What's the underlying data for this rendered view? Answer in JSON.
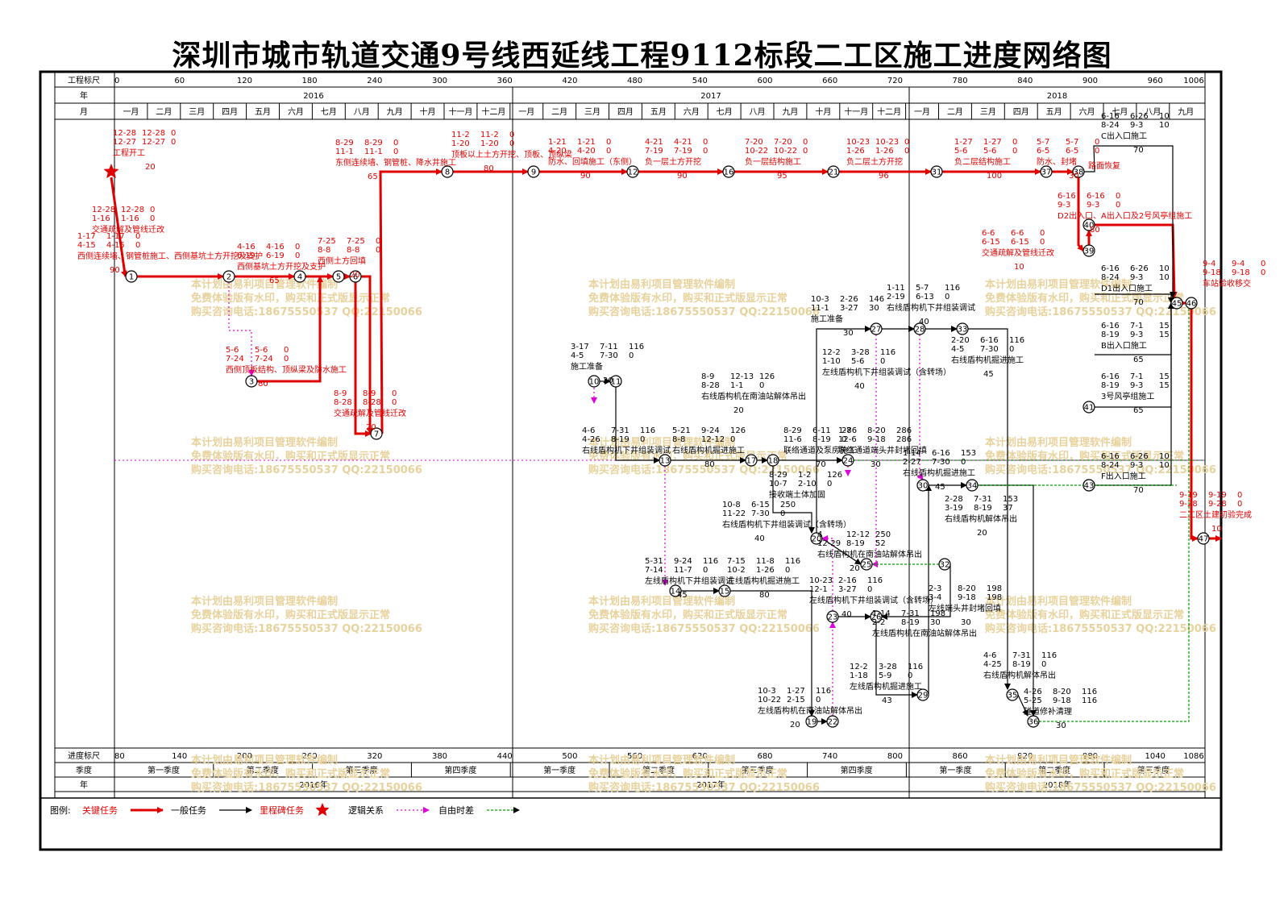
{
  "title": "深圳市城市轨道交通9号线西延线工程9112标段二工区施工进度网络图",
  "colors": {
    "critical": "#e00000",
    "normal": "#000000",
    "logic": "#e000e0",
    "float": "#00a000",
    "watermark": "#e8d29c"
  },
  "header": {
    "row_labels": [
      "工程标尺",
      "年",
      "月"
    ],
    "scale_top": [
      "0",
      "60",
      "120",
      "180",
      "240",
      "300",
      "360",
      "420",
      "480",
      "540",
      "600",
      "660",
      "720",
      "780",
      "840",
      "900",
      "960",
      "1006"
    ],
    "years": [
      "2016",
      "2017",
      "2018"
    ],
    "months": [
      "一月",
      "二月",
      "三月",
      "四月",
      "五月",
      "六月",
      "七月",
      "八月",
      "九月",
      "十月",
      "十一月",
      "十二月",
      "一月",
      "二月",
      "三月",
      "四月",
      "五月",
      "六月",
      "七月",
      "八月",
      "九月",
      "十月",
      "十一月",
      "十二月",
      "一月",
      "二月",
      "三月",
      "四月",
      "五月",
      "六月",
      "七月",
      "八月",
      "九月"
    ]
  },
  "footer": {
    "row_labels": [
      "进度标尺",
      "季度",
      "年"
    ],
    "scale_bottom": [
      "80",
      "140",
      "200",
      "260",
      "320",
      "380",
      "440",
      "500",
      "560",
      "620",
      "680",
      "740",
      "800",
      "860",
      "920",
      "980",
      "1040",
      "1086"
    ],
    "quarters": [
      "第一季度",
      "第二季度",
      "第三季度",
      "第四季度",
      "第一季度",
      "第二季度",
      "第三季度",
      "第四季度",
      "第一季度",
      "第二季度",
      "第三季度"
    ],
    "years": [
      "2016年",
      "2017年",
      "2018年"
    ]
  },
  "watermark": [
    "本计划由易利项目管理软件编制",
    "免费体验版有水印，购买和正式版显示正常",
    "购买咨询电话:18675550537 QQ:22150066"
  ],
  "legend": {
    "prefix": "图例:",
    "items": [
      "关键任务",
      "一般任务",
      "里程碑任务",
      "逻辑关系",
      "自由时差"
    ]
  },
  "tasks": [
    {
      "id": "t-start",
      "label": "工程开工",
      "dates": [
        "12-28",
        "12-28",
        "0",
        "12-27",
        "12-27",
        "0"
      ],
      "duration": "20",
      "critical": true
    },
    {
      "id": "t-1",
      "label": "交通疏解及管线迁改",
      "dates": [
        "12-28",
        "12-28",
        "0",
        "1-16",
        "1-16",
        "0"
      ],
      "critical": true
    },
    {
      "id": "t-2",
      "label": "西侧连续墙、钢管桩施工、西侧基坑土方开挖及支护",
      "dates": [
        "1-17",
        "1-17",
        "0",
        "4-15",
        "4-15",
        "0"
      ],
      "duration": "90",
      "critical": true
    },
    {
      "id": "t-3",
      "label": "西侧顶板结构、顶纵梁及防水施工",
      "dates": [
        "5-6",
        "5-6",
        "0",
        "7-24",
        "7-24",
        "0"
      ],
      "duration": "80",
      "critical": true
    },
    {
      "id": "t-4",
      "label": "西侧基坑土方开挖及支护",
      "dates": [
        "4-16",
        "4-16",
        "0",
        "6-19",
        "6-19",
        "0"
      ],
      "duration": "65",
      "critical": true
    },
    {
      "id": "t-5",
      "label": "西侧土方回填",
      "dates": [
        "7-25",
        "7-25",
        "0",
        "8-8",
        "8-8",
        "0"
      ],
      "duration": "20",
      "critical": true
    },
    {
      "id": "t-6",
      "label": "交通疏解及管线迁改",
      "dates": [
        "8-9",
        "8-9",
        "0",
        "8-28",
        "8-28",
        "0"
      ],
      "duration": "20",
      "critical": true
    },
    {
      "id": "t-7",
      "label": "东侧连续墙、钢管桩、降水井施工",
      "dates": [
        "8-29",
        "8-29",
        "0",
        "11-1",
        "11-1",
        "0"
      ],
      "duration": "65",
      "critical": true
    },
    {
      "id": "t-8",
      "label": "顶板以上土方开挖、顶板、顶纵梁",
      "dates": [
        "11-2",
        "11-2",
        "0",
        "1-20",
        "1-20",
        "0"
      ],
      "duration": "80",
      "critical": true
    },
    {
      "id": "t-9",
      "label": "防水、回填施工（东侧）",
      "dates": [
        "1-21",
        "1-21",
        "0",
        "4-20",
        "4-20",
        "0"
      ],
      "duration": "90",
      "critical": true
    },
    {
      "id": "t-12",
      "label": "负一层土方开挖",
      "dates": [
        "4-21",
        "4-21",
        "0",
        "7-19",
        "7-19",
        "0"
      ],
      "duration": "90",
      "critical": true
    },
    {
      "id": "t-16",
      "label": "负一层结构施工",
      "dates": [
        "7-20",
        "7-20",
        "0",
        "10-22",
        "10-22",
        "0"
      ],
      "duration": "95",
      "critical": true
    },
    {
      "id": "t-21",
      "label": "负二层土方开挖",
      "dates": [
        "10-23",
        "10-23",
        "0",
        "1-26",
        "1-26",
        "0"
      ],
      "duration": "96",
      "critical": true
    },
    {
      "id": "t-31",
      "label": "负二层结构施工",
      "dates": [
        "1-27",
        "1-27",
        "0",
        "5-6",
        "5-6",
        "0"
      ],
      "duration": "100",
      "critical": true
    },
    {
      "id": "t-37",
      "label": "防水、封堵",
      "dates": [
        "5-7",
        "5-7",
        "0",
        "6-5",
        "6-5",
        "0"
      ],
      "duration": "30",
      "critical": true
    },
    {
      "id": "t-38",
      "label": "路面恢复",
      "dates": [],
      "critical": true
    },
    {
      "id": "t-39",
      "label": "交通疏解及管线迁改",
      "dates": [
        "6-6",
        "6-6",
        "0",
        "6-15",
        "6-15",
        "0"
      ],
      "duration": "10",
      "critical": true
    },
    {
      "id": "t-40",
      "label": "D2出入口、A出入口及2号风亭组施工",
      "dates": [
        "6-16",
        "6-16",
        "0",
        "9-3",
        "9-3",
        "0"
      ],
      "duration": "80",
      "critical": true
    },
    {
      "id": "t-c",
      "label": "C出入口施工",
      "dates": [
        "6-16",
        "6-26",
        "10",
        "8-24",
        "9-3",
        "10"
      ],
      "duration": "70",
      "critical": false
    },
    {
      "id": "t-d1",
      "label": "D1出入口施工",
      "dates": [
        "6-16",
        "6-26",
        "10",
        "8-24",
        "9-3",
        "10"
      ],
      "duration": "70",
      "critical": false
    },
    {
      "id": "t-b",
      "label": "B出入口施工",
      "dates": [
        "6-16",
        "7-1",
        "15",
        "8-19",
        "9-3",
        "15"
      ],
      "duration": "65",
      "critical": false
    },
    {
      "id": "t-3f",
      "label": "3号风亭组施工",
      "dates": [
        "6-16",
        "7-1",
        "15",
        "8-19",
        "9-3",
        "15"
      ],
      "duration": "65",
      "critical": false
    },
    {
      "id": "t-f",
      "label": "F出入口施工",
      "dates": [
        "6-16",
        "6-26",
        "10",
        "8-24",
        "9-3",
        "10"
      ],
      "duration": "70",
      "critical": false
    },
    {
      "id": "t-46",
      "label": "车站验收移交",
      "dates": [
        "9-4",
        "9-4",
        "0",
        "9-18",
        "9-18",
        "0"
      ],
      "critical": true
    },
    {
      "id": "t-47",
      "label": "二工区土建初验完成",
      "dates": [
        "9-19",
        "9-19",
        "0",
        "9-28",
        "9-28",
        "0"
      ],
      "duration": "10",
      "critical": true
    },
    {
      "id": "t-10",
      "label": "施工准备",
      "dates": [
        "3-17",
        "7-11",
        "116",
        "4-5",
        "7-30",
        "0"
      ],
      "duration": "20",
      "critical": false
    },
    {
      "id": "t-11",
      "label": "右线盾构机下井组装调试",
      "dates": [
        "4-6",
        "7-31",
        "116",
        "4-26",
        "8-19",
        "0"
      ],
      "critical": false
    },
    {
      "id": "t-13",
      "label": "右线盾构机掘进施工",
      "dates": [
        "5-21",
        "9-24",
        "126",
        "8-8",
        "12-12",
        "0"
      ],
      "duration": "80",
      "critical": false
    },
    {
      "id": "t-17",
      "label": "右线盾构机在南油站解体吊出",
      "dates": [
        "8-9",
        "12-13",
        "126",
        "8-28",
        "1-1",
        "0"
      ],
      "duration": "20",
      "critical": false
    },
    {
      "id": "t-18",
      "label": "接收端土体加固",
      "dates": [
        "8-29",
        "1-2",
        "126",
        "10-7",
        "2-10",
        "0"
      ],
      "critical": false
    },
    {
      "id": "t-19",
      "label": "右线盾构机下井组装调试（含转场）",
      "dates": [
        "10-8",
        "6-15",
        "250",
        "11-22",
        "7-30",
        "0"
      ],
      "duration": "40",
      "critical": false
    },
    {
      "id": "t-24",
      "label": "联络通道及泵房施工",
      "dates": [
        "8-29",
        "6-11",
        "286",
        "11-6",
        "8-19",
        "0"
      ],
      "duration": "70",
      "critical": false
    },
    {
      "id": "t-24b",
      "label": "联络通道端头井封堵回填",
      "dates": [
        "1-7",
        "8-20",
        "286",
        "12-6",
        "9-18",
        "286"
      ],
      "duration": "30",
      "critical": false
    },
    {
      "id": "t-27",
      "label": "施工准备",
      "dates": [
        "10-3",
        "2-26",
        "146",
        "11-1",
        "3-27",
        "30"
      ],
      "duration": "30",
      "critical": false
    },
    {
      "id": "t-28",
      "label": "右线盾构机下井组装调试",
      "dates": [
        "1-11",
        "5-7",
        "116",
        "2-19",
        "6-13",
        "0"
      ],
      "duration": "40",
      "critical": false
    },
    {
      "id": "t-33",
      "label": "右线盾构机掘进施工",
      "dates": [
        "2-20",
        "6-16",
        "116",
        "4-5",
        "7-30",
        "0"
      ],
      "duration": "45",
      "critical": false
    },
    {
      "id": "t-26",
      "label": "左线盾构机下井组装调试（含转场）",
      "dates": [
        "12-2",
        "3-28",
        "116",
        "1-10",
        "5-6",
        "0"
      ],
      "duration": "40",
      "critical": false
    },
    {
      "id": "t-30",
      "label": "右线盾构机掘进施工",
      "dates": [
        "1-14",
        "6-16",
        "153",
        "2-27",
        "7-30",
        "0"
      ],
      "duration": "45",
      "critical": false
    },
    {
      "id": "t-34",
      "label": "右线盾构机解体吊出",
      "dates": [
        "2-28",
        "7-31",
        "153",
        "3-19",
        "8-19",
        "37"
      ],
      "duration": "20",
      "critical": false
    },
    {
      "id": "t-14",
      "label": "左线盾构机下井组装调试",
      "dates": [
        "5-31",
        "9-24",
        "116",
        "7-14",
        "11-7",
        "0"
      ],
      "duration": "45",
      "critical": false
    },
    {
      "id": "t-15",
      "label": "左线盾构机掘进施工",
      "dates": [
        "7-15",
        "11-8",
        "116",
        "10-2",
        "1-26",
        "0"
      ],
      "duration": "80",
      "critical": false
    },
    {
      "id": "t-25",
      "label": "右线盾构机在南油站解体吊出",
      "dates": [
        "4",
        "12-12",
        "250",
        "12-29",
        "8-19",
        "52"
      ],
      "duration": "20",
      "critical": false
    },
    {
      "id": "t-23",
      "label": "左线盾构机下井组装调试（含转场）",
      "dates": [
        "10-23",
        "2-16",
        "116",
        "12-1",
        "3-27",
        "0"
      ],
      "duration": "40",
      "critical": false
    },
    {
      "id": "t-32",
      "label": "左线端头井封堵回填",
      "dates": [
        "2-3",
        "8-20",
        "198",
        "3-4",
        "9-18",
        "198"
      ],
      "duration": "30",
      "critical": false
    },
    {
      "id": "t-32b",
      "label": "左线盾构机在南油站解体吊出",
      "dates": [
        "1-14",
        "7-31",
        "198",
        "2-2",
        "8-19",
        "30"
      ],
      "critical": false
    },
    {
      "id": "t-29",
      "label": "左线盾构机掘进施工",
      "dates": [
        "12-2",
        "3-28",
        "116",
        "1-18",
        "5-9",
        "0"
      ],
      "duration": "43",
      "critical": false
    },
    {
      "id": "t-22",
      "label": "左线盾构机在南油站解体吊出",
      "dates": [
        "10-3",
        "1-27",
        "116",
        "10-22",
        "2-15",
        "0"
      ],
      "duration": "20",
      "critical": false
    },
    {
      "id": "t-35",
      "label": "右线盾构机解体吊出",
      "dates": [
        "4-6",
        "7-31",
        "116",
        "4-25",
        "8-19",
        "0"
      ],
      "critical": false
    },
    {
      "id": "t-36",
      "label": "隧道修补清理",
      "dates": [
        "4-26",
        "8-20",
        "116",
        "5-25",
        "9-18",
        "116"
      ],
      "duration": "30",
      "critical": false
    }
  ]
}
